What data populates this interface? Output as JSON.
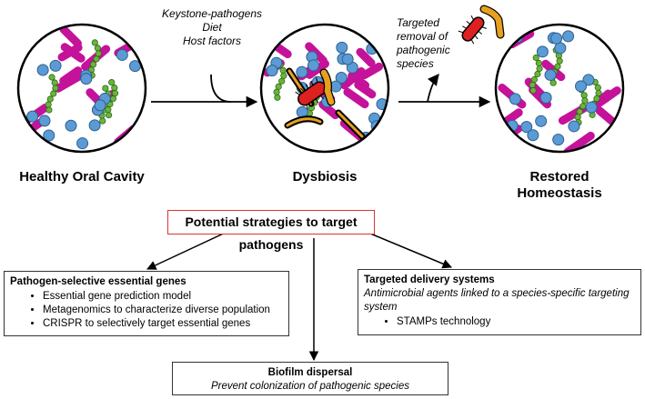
{
  "stages": {
    "healthy": "Healthy Oral Cavity",
    "dysbiosis": "Dysbiosis",
    "restored": "Restored Homeostasis"
  },
  "factors": [
    "Keystone-pathogens",
    "Diet",
    "Host factors"
  ],
  "removal": [
    "Targeted",
    "removal of",
    "pathogenic",
    "species"
  ],
  "strategy": "Potential strategies to target pathogens",
  "pathogen_box": {
    "title": "Pathogen-selective essential genes",
    "items": [
      "Essential gene prediction model",
      "Metagenomics to characterize diverse population",
      "CRISPR to selectively target essential genes"
    ]
  },
  "delivery_box": {
    "title": "Targeted delivery systems",
    "subtitle": "Antimicrobial agents linked to a species-specific targeting system",
    "items": [
      "STAMPs technology"
    ]
  },
  "biofilm_box": {
    "title": "Biofilm dispersal",
    "subtitle": "Prevent colonization of pathogenic species"
  },
  "colors": {
    "coccus": "#5b9bd5",
    "rod": "#c4129a",
    "chain": "#6ab43c",
    "pathogen_red": "#dd2020",
    "pathogen_orange": "#e8a020",
    "box_border_red": "#dd3333"
  }
}
